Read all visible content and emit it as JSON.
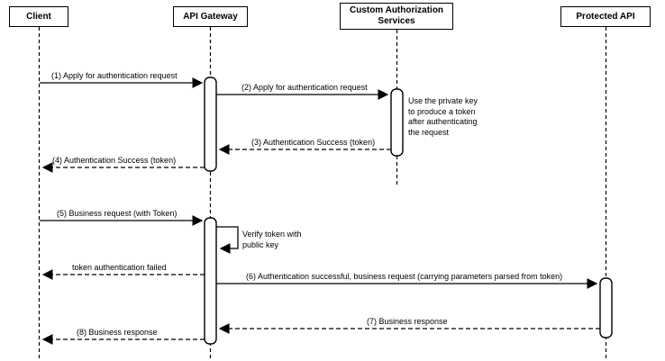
{
  "diagram": {
    "type": "sequence-diagram",
    "colors": {
      "stroke": "#000000",
      "background": "#ffffff"
    },
    "participants": [
      {
        "label": "Client"
      },
      {
        "label": "API Gateway"
      },
      {
        "label": "Custom Authorization Services"
      },
      {
        "label": "Protected API"
      }
    ],
    "messages": [
      {
        "label": "(1) Apply for authentication request",
        "from": "Client",
        "to": "API Gateway",
        "line": "solid"
      },
      {
        "label": "(2) Apply for authentication request",
        "from": "API Gateway",
        "to": "Custom Authorization Services",
        "line": "solid"
      },
      {
        "label": "(3) Authentication Success (token)",
        "from": "Custom Authorization Services",
        "to": "API Gateway",
        "line": "dashed"
      },
      {
        "label": "(4) Authentication Success (token)",
        "from": "API Gateway",
        "to": "Client",
        "line": "dashed"
      },
      {
        "label": "(5) Business request (with Token)",
        "from": "Client",
        "to": "API Gateway",
        "line": "solid"
      },
      {
        "label": "token authentication failed",
        "from": "API Gateway",
        "to": "Client",
        "line": "dashed"
      },
      {
        "label": "(6) Authentication successful, business request (carrying parameters parsed from token)",
        "from": "API Gateway",
        "to": "Protected API",
        "line": "solid"
      },
      {
        "label": "(7) Business response",
        "from": "Protected API",
        "to": "API Gateway",
        "line": "dashed"
      },
      {
        "label": "(8) Business response",
        "from": "API Gateway",
        "to": "Client",
        "line": "dashed"
      }
    ],
    "notes": [
      {
        "label": "Use the private key to produce a token after authenticating the request"
      },
      {
        "label": "Verify token with public key"
      }
    ]
  }
}
